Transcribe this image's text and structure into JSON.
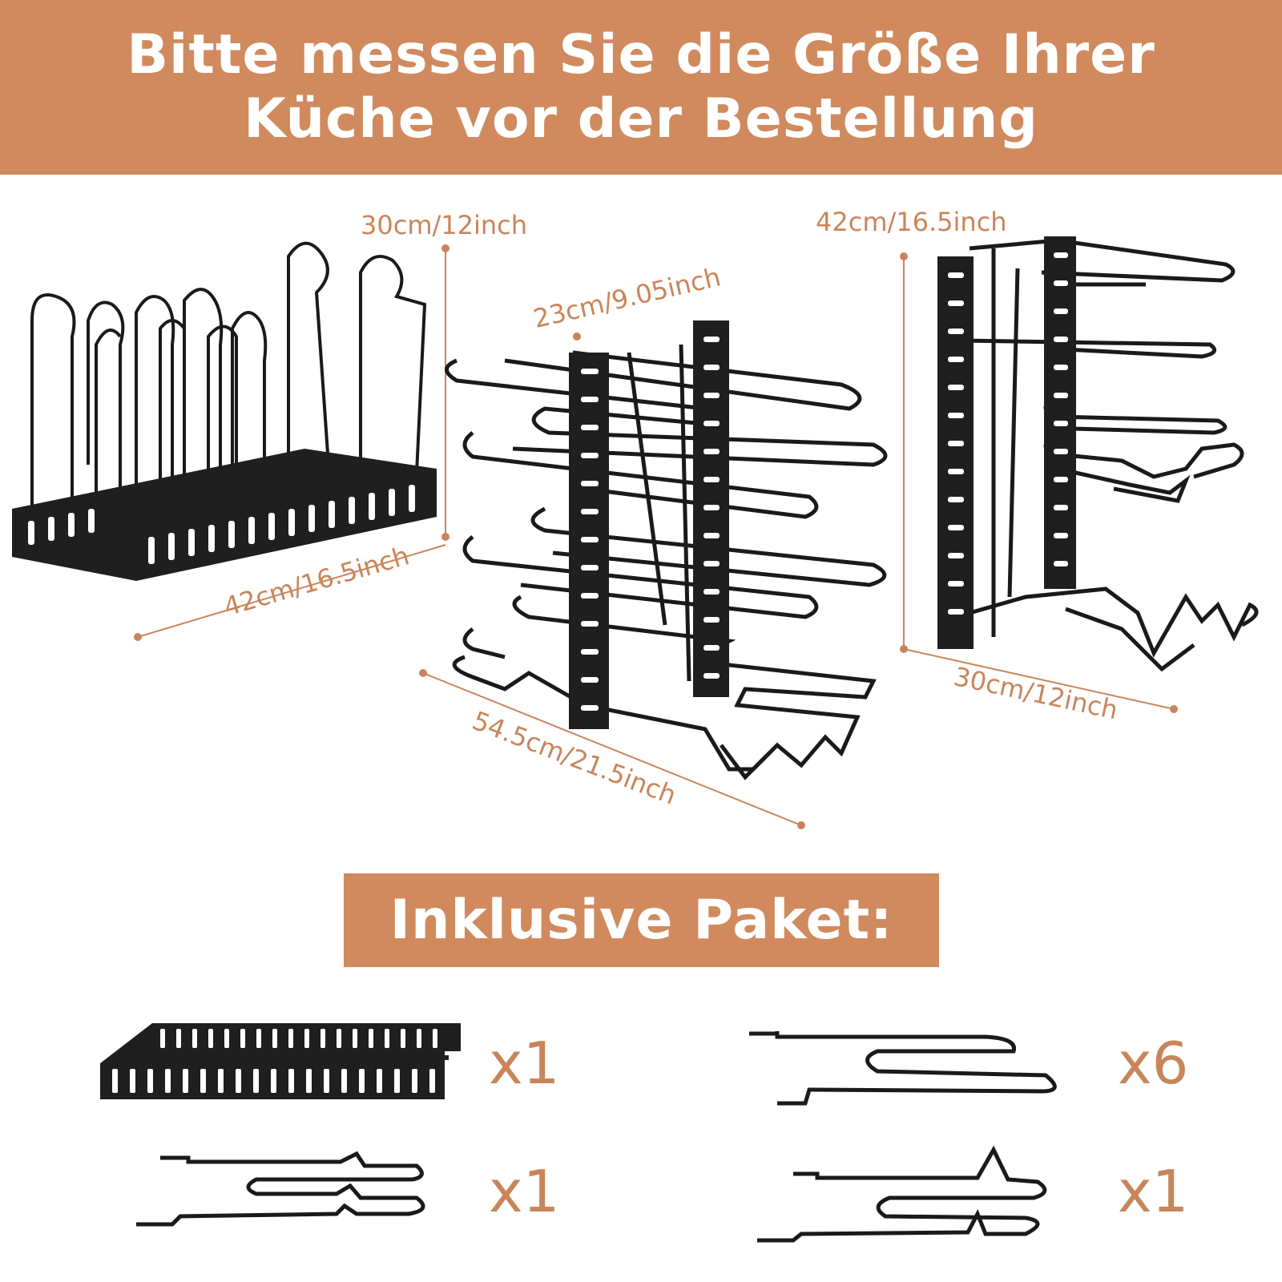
{
  "header": {
    "line1": "Bitte messen Sie die Größe Ihrer",
    "line2": "Küche vor der Bestellung"
  },
  "dimensions": {
    "rack1_height": "30cm/12inch",
    "rack1_length": "42cm/16.5inch",
    "rack2_depth": "23cm/9.05inch",
    "rack2_length": "54.5cm/21.5inch",
    "rack3_height": "42cm/16.5inch",
    "rack3_width": "30cm/12inch"
  },
  "package": {
    "title": "Inklusive Paket:",
    "items": [
      {
        "name": "base-frame",
        "qty": "x1"
      },
      {
        "name": "straight-hook",
        "qty": "x6"
      },
      {
        "name": "wavy-hook",
        "qty": "x1"
      },
      {
        "name": "peak-hook",
        "qty": "x1"
      }
    ]
  },
  "colors": {
    "accent": "#d08a5e",
    "dim_text": "#c9855a",
    "metal": "#1a1a1a"
  }
}
